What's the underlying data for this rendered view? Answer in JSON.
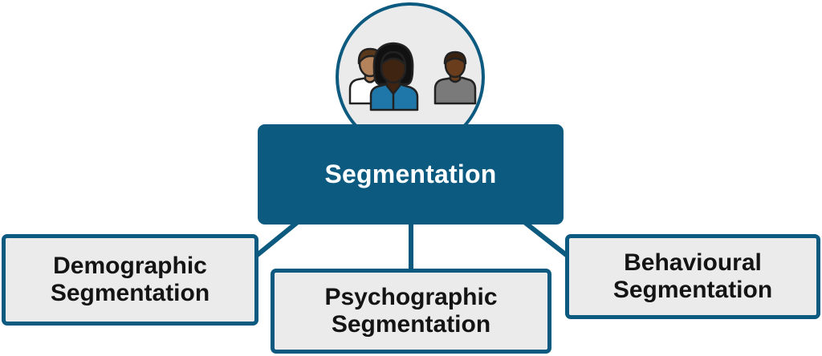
{
  "diagram": {
    "center": {
      "title": "Segmentation",
      "icon": "people-group-icon"
    },
    "branches": [
      {
        "line1": "Demographic",
        "line2": "Segmentation"
      },
      {
        "line1": "Psychographic",
        "line2": "Segmentation"
      },
      {
        "line1": "Behavioural",
        "line2": "Segmentation"
      }
    ]
  },
  "colors": {
    "primary": "#0d5a80",
    "box_fill": "#ebebeb",
    "text_dark": "#141414",
    "text_light": "#ffffff",
    "person_blue": "#1f76a8",
    "person_gray": "#7a7a7a",
    "skin_dark": "#3f2412",
    "skin_medium": "#6a3e1c",
    "skin_light": "#b4835c"
  }
}
